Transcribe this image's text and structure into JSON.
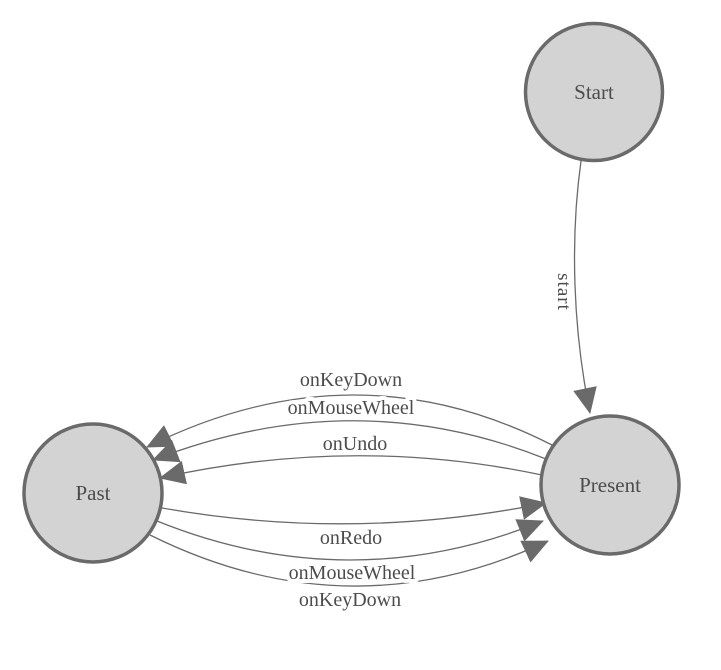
{
  "diagram": {
    "type": "state-machine",
    "colors": {
      "background": "#ffffff",
      "node_fill": "#d3d3d3",
      "node_stroke": "#6a6a6a",
      "edge_stroke": "#6a6a6a",
      "arrow_fill": "#6a6a6a",
      "label_text": "#4c4c4c"
    },
    "nodes": [
      {
        "id": "Start",
        "label": "Start"
      },
      {
        "id": "Present",
        "label": "Present"
      },
      {
        "id": "Past",
        "label": "Past"
      }
    ],
    "edges": [
      {
        "from": "Start",
        "to": "Present",
        "label": "start"
      },
      {
        "from": "Present",
        "to": "Past",
        "label": "onKeyDown"
      },
      {
        "from": "Present",
        "to": "Past",
        "label": "onMouseWheel"
      },
      {
        "from": "Present",
        "to": "Past",
        "label": "onUndo"
      },
      {
        "from": "Past",
        "to": "Present",
        "label": "onRedo"
      },
      {
        "from": "Past",
        "to": "Present",
        "label": "onMouseWheel"
      },
      {
        "from": "Past",
        "to": "Present",
        "label": "onKeyDown"
      }
    ]
  }
}
